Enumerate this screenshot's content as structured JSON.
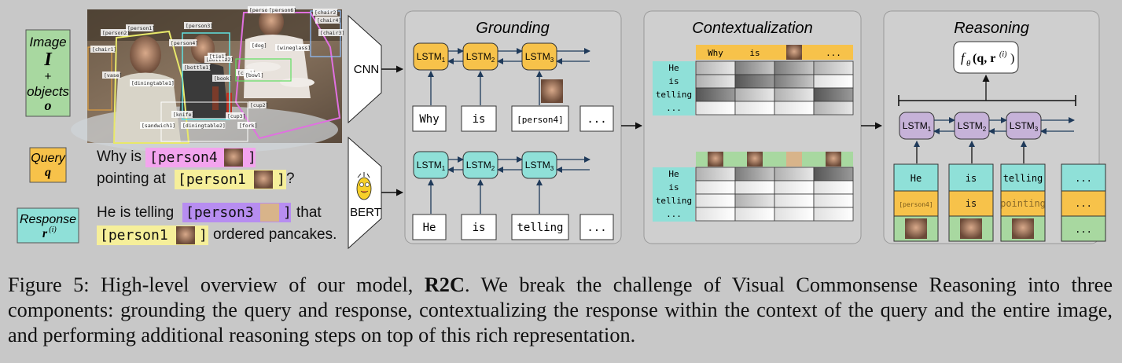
{
  "inputs": {
    "image": {
      "label": "Image",
      "symbol": "I",
      "plus": "+",
      "objects_label": "objects",
      "objects_symbol": "o"
    },
    "query": {
      "label": "Query",
      "symbol": "q"
    },
    "response": {
      "label": "Response",
      "symbol": "r",
      "symbol_sup": "(i)"
    }
  },
  "photo_tags": [
    "person1",
    "person2",
    "person3",
    "person4",
    "person5",
    "person6",
    "dog",
    "chair1",
    "chair2",
    "chair3",
    "bottle1",
    "bottle2",
    "cup1",
    "cup2",
    "cup3",
    "diningtable1",
    "diningtable2",
    "knife",
    "fork",
    "wineglass",
    "sandwich1",
    "bowl",
    "book",
    "tie1",
    "vase",
    "chair4"
  ],
  "query_text": {
    "w1": "Why is",
    "tag1": "[person4",
    "tag1_close": "]",
    "w2": "pointing at",
    "tag2": "[person1",
    "tag2_close": "]",
    "w3": "?"
  },
  "response_text": {
    "w1": "He is telling",
    "tag1": "[person3",
    "tag1_close": "]",
    "w2": "that",
    "tag2": "[person1",
    "tag2_close": "]",
    "w3": "ordered pancakes."
  },
  "encoders": {
    "cnn": "CNN",
    "bert": "BERT"
  },
  "grounding": {
    "title": "Grounding",
    "top_lstms": [
      "LSTM",
      "LSTM",
      "LSTM"
    ],
    "lstm_subs": [
      "1",
      "2",
      "3"
    ],
    "top_tokens": [
      "Why",
      "is",
      "[person4]",
      "..."
    ],
    "bottom_lstms": [
      "LSTM",
      "LSTM",
      "LSTM"
    ],
    "bottom_tokens": [
      "He",
      "is",
      "telling",
      "..."
    ]
  },
  "contextualization": {
    "title": "Contextualization",
    "top_cols": [
      "Why",
      "is",
      "",
      "..."
    ],
    "rows": [
      "He",
      "is",
      "telling",
      "..."
    ],
    "bottom_rows": [
      "He",
      "is",
      "telling",
      "..."
    ]
  },
  "reasoning": {
    "title": "Reasoning",
    "func_f": "f",
    "func_theta": "θ",
    "func_args": "(q, r",
    "func_sup": "(i)",
    "func_close": ")",
    "lstms": [
      "LSTM",
      "LSTM",
      "LSTM"
    ],
    "columns": [
      {
        "top": "He",
        "mid": "[person4]"
      },
      {
        "top": "is",
        "mid": "is"
      },
      {
        "top": "telling",
        "mid": "pointing"
      },
      {
        "top": "...",
        "mid": "..."
      }
    ],
    "last_bottom": "..."
  },
  "caption": {
    "label": "Figure 5:",
    "lead": "High-level overview of our model,",
    "model": "R2C",
    "rest": ". We break the challenge of Visual Commonsense Reasoning into three components: grounding the query and response, contextualizing the response within the context of the query and the entire image, and performing additional reasoning steps on top of this rich representation."
  },
  "colors": {
    "query_yellow": "#f7c24a",
    "response_teal": "#8fe0d8",
    "image_green": "#a8d8a0",
    "tag_yellow": "#f6ef9a",
    "tag_purple": "#b78df0",
    "lstm_purple": "#c6b2d8",
    "panel": "#cfcfcf",
    "arrow": "#1f3a5a"
  }
}
